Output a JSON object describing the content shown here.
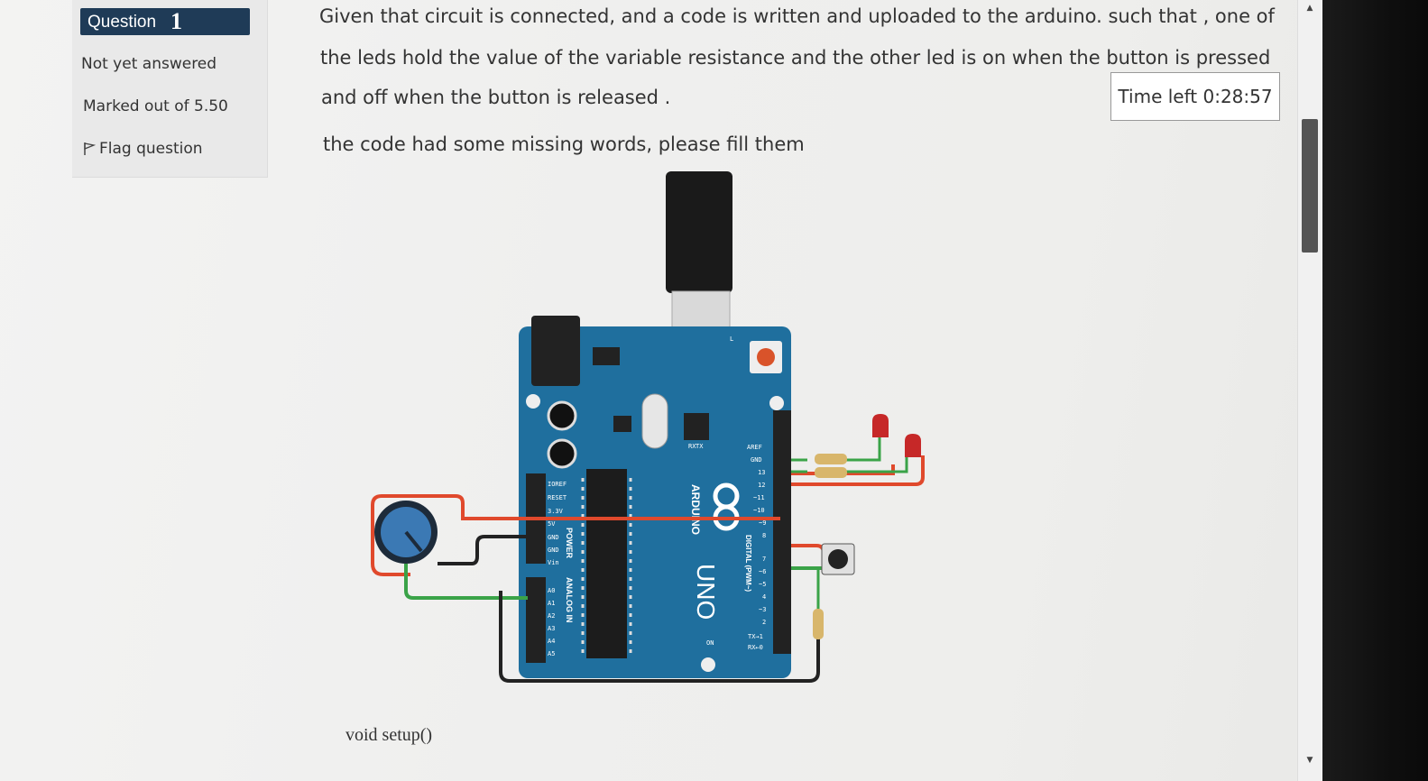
{
  "question": {
    "label": "Question",
    "number": "1",
    "state": "Not yet answered",
    "marks": "Marked out of 5.50",
    "flag_label": "Flag question"
  },
  "question_text": {
    "line1": "Given that circuit is connected, and a code is written and uploaded to the arduino. such that , one of",
    "line2": "the leds hold the value of the variable resistance and the other led is on when the button is pressed",
    "line3": "and off when the button is released .",
    "line4": "the code had some missing words, please fill them"
  },
  "timer": {
    "text": "Time left 0:28:57"
  },
  "code": {
    "first_line": "void setup()"
  },
  "board": {
    "brand": "ARDUINO",
    "model": "UNO",
    "analog_header": "ANALOG IN",
    "power_header": "POWER",
    "digital_header": "DIGITAL (PWM~)",
    "power_pins": [
      "IOREF",
      "RESET",
      "3.3V",
      "5V",
      "GND",
      "GND",
      "Vin"
    ],
    "analog_pins": [
      "A0",
      "A1",
      "A2",
      "A3",
      "A4",
      "A5"
    ],
    "digital_pins": [
      "AREF",
      "GND",
      "13",
      "12",
      "~11",
      "~10",
      "~9",
      "8",
      "7",
      "~6",
      "~5",
      "4",
      "~3",
      "2",
      "TX→1",
      "RX←0"
    ],
    "tx_label": "TX",
    "rx_label": "RX",
    "on_label": "ON",
    "l_label": "L"
  },
  "colors": {
    "board": "#1f6f9e",
    "question_box": "#1f3b57",
    "wire_red": "#e0492c",
    "wire_green": "#3aa348",
    "wire_black": "#222222",
    "led": "#c62828"
  }
}
